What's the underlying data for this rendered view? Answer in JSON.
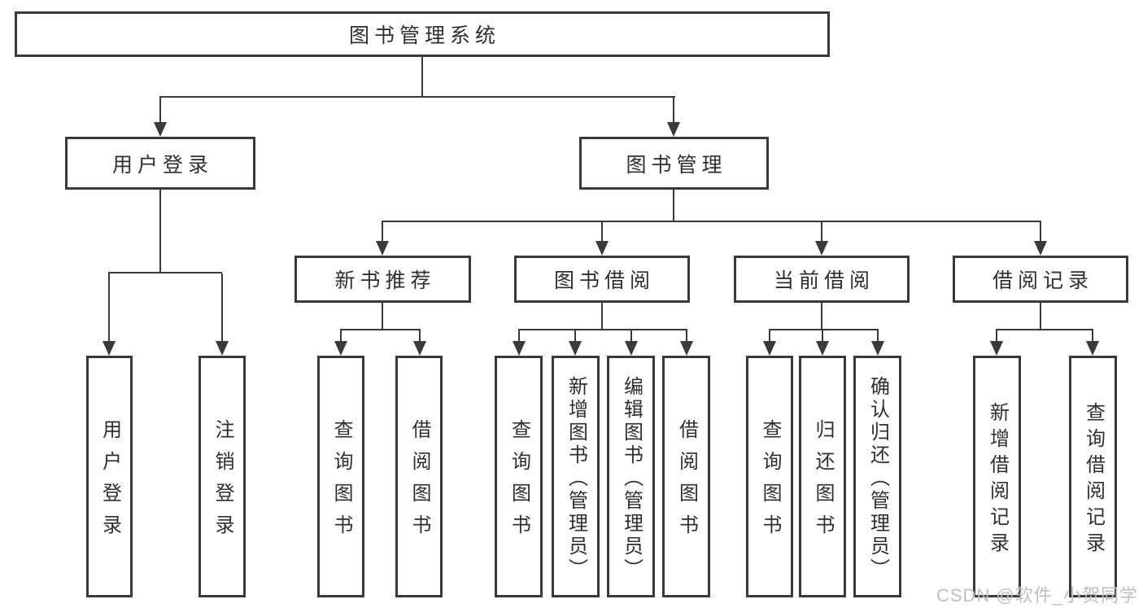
{
  "diagram": {
    "root": "图书管理系统",
    "branches": [
      {
        "label": "用户登录",
        "children": [
          "用户登录",
          "注销登录"
        ]
      },
      {
        "label": "图书管理",
        "children": [
          {
            "label": "新书推荐",
            "children": [
              "查询图书",
              "借阅图书"
            ]
          },
          {
            "label": "图书借阅",
            "children": [
              "查询图书",
              "新增图书（管理员）",
              "编辑图书（管理员）",
              "借阅图书"
            ]
          },
          {
            "label": "当前借阅",
            "children": [
              "查询图书",
              "归还图书",
              "确认归还（管理员）"
            ]
          },
          {
            "label": "借阅记录",
            "children": [
              "新增借阅记录",
              "查询借阅记录"
            ]
          }
        ]
      }
    ]
  },
  "watermark": "CSDN @软件_小贺同学",
  "colors": {
    "line": "#3a3a3a",
    "text": "#2f2f2f",
    "watermark": "#bfbfbf",
    "background": "#ffffff"
  }
}
